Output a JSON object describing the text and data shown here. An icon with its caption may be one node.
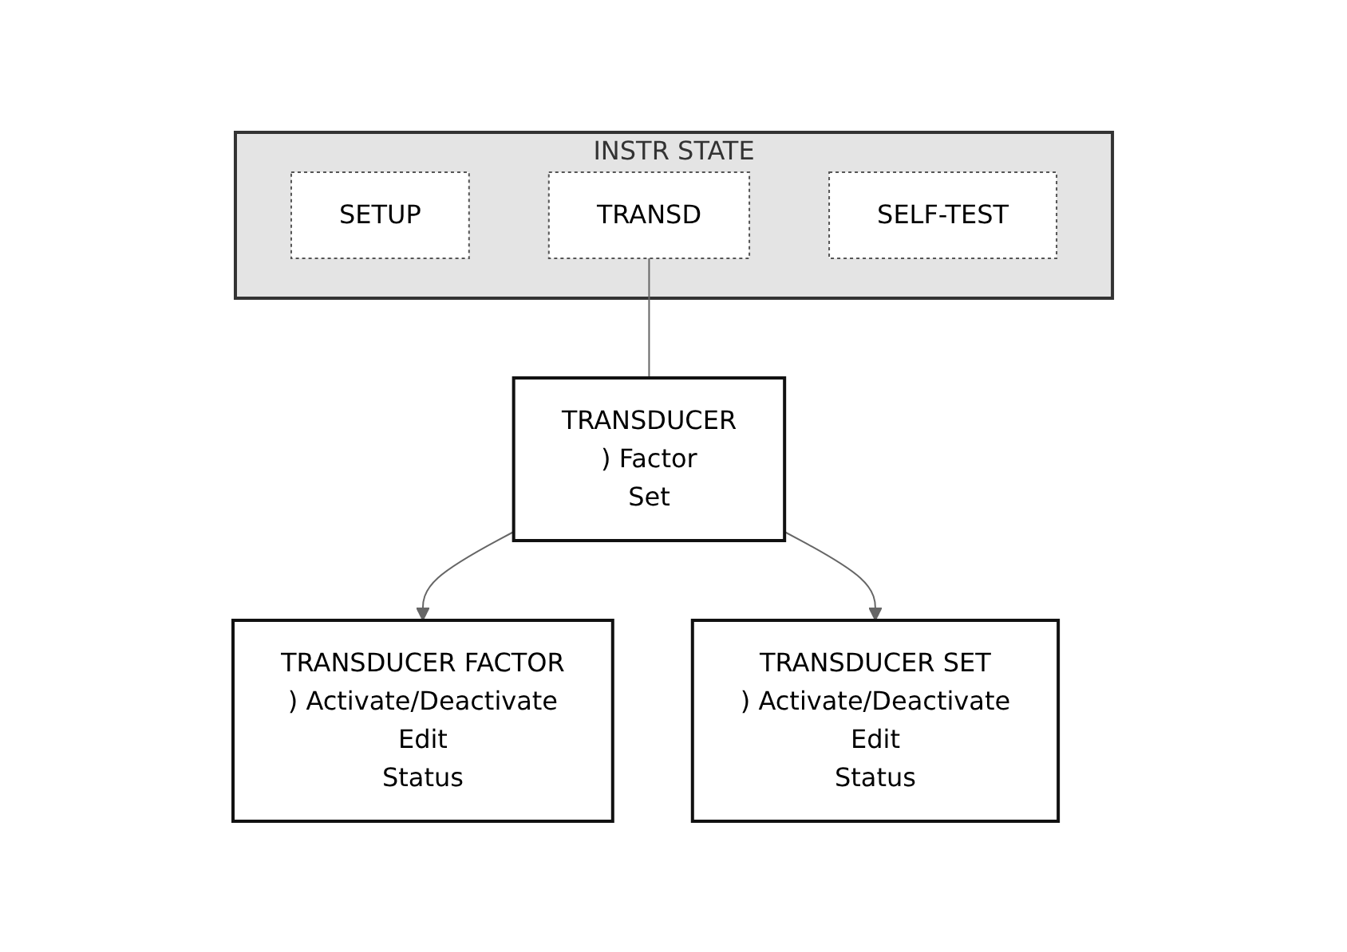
{
  "diagram": {
    "nodes": [
      {
        "text": [
          "INSTR STATE"
        ]
      },
      {
        "text": [
          "SETUP"
        ],
        "in": 0
      },
      {
        "text": [
          "TRANSD"
        ],
        "in": 0
      },
      {
        "text": [
          "SELF-TEST"
        ],
        "in": 0
      },
      {
        "text": [
          "TRANSDUCER",
          ") Factor",
          "Set"
        ]
      },
      {
        "text": [
          "TRANSDUCER FACTOR",
          ") Activate/Deactivate",
          "Edit",
          "Status"
        ]
      },
      {
        "text": [
          "TRANSDUCER SET",
          ") Activate/Deactivate",
          "Edit",
          "Status"
        ]
      }
    ],
    "edges": [
      {
        "from": 2,
        "to": 4,
        "arrow": "none"
      },
      {
        "from": 4,
        "to": 5,
        "arrow": "to"
      },
      {
        "from": 4,
        "to": 6,
        "arrow": "to"
      }
    ]
  }
}
